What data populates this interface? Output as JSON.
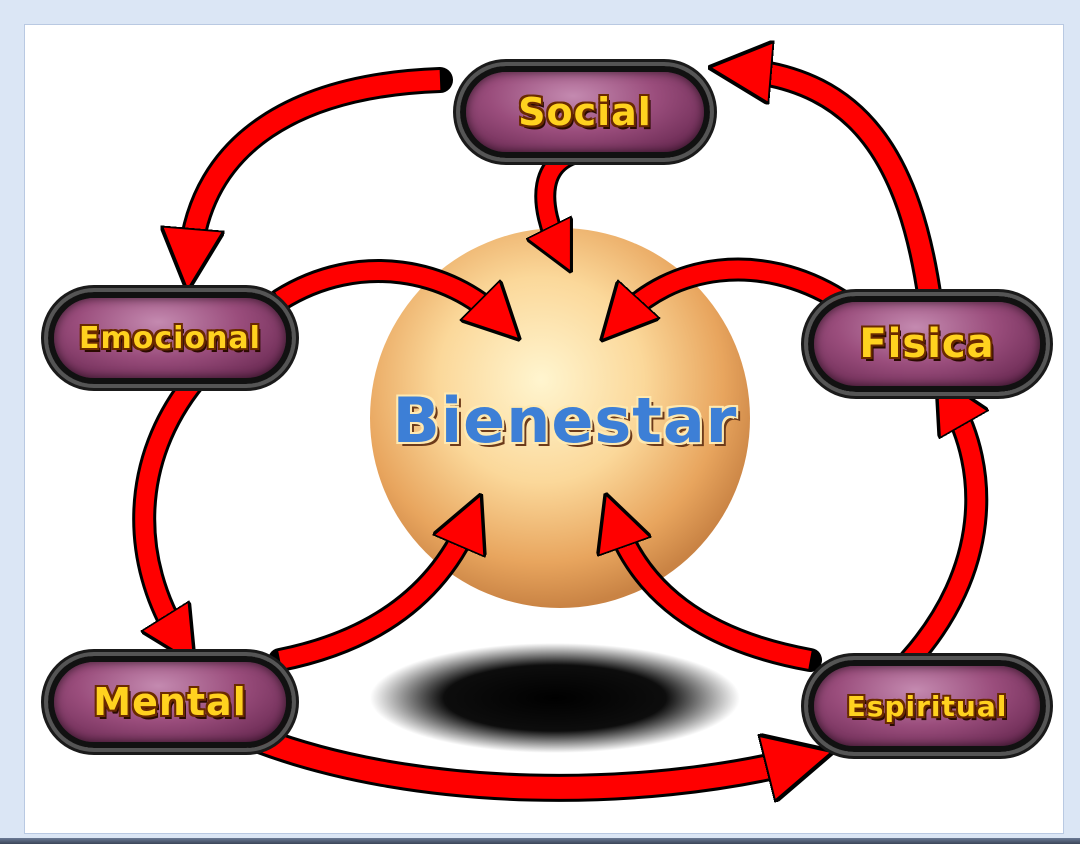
{
  "center": {
    "label": "Bienestar"
  },
  "nodes": {
    "social": "Social",
    "emocional": "Emocional",
    "fisica": "Fisica",
    "mental": "Mental",
    "espiritual": "Espiritual"
  },
  "colors": {
    "arrow": "#ff0000",
    "pill_fill": "#9a4d7c",
    "label_text": "#ffd21f",
    "center_text": "#3d7fd6",
    "sphere": "#f7c98a"
  }
}
